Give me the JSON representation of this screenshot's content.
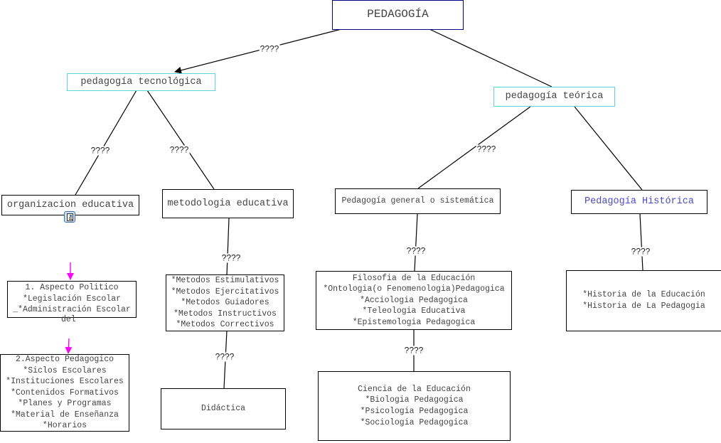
{
  "colors": {
    "root_border": "#000080",
    "level1_border": "#5cd6dc",
    "node_border": "#000000",
    "text": "#444444",
    "historic_text": "#4a4ad0",
    "arrow_magenta": "#ff00ff",
    "link": "#000000"
  },
  "nodes": {
    "root": {
      "label": "PEDAGOGÍA"
    },
    "tecnologica": {
      "label": "pedagogía tecnológica"
    },
    "teorica": {
      "label": "pedagogía teórica"
    },
    "organizacion": {
      "label": "organizacion educativa"
    },
    "metodologia": {
      "label": "metodologia educativa"
    },
    "general": {
      "label": "Pedagogía general o sistemática"
    },
    "historica": {
      "label": "Pedagogía Histórica"
    },
    "aspecto_politico": {
      "label": "1. Aspecto Politico\n*Legislación Escolar\n_*Administración Escolar"
    },
    "aspecto_politico_overflow": "del",
    "aspecto_pedagogico": {
      "label": "2.Aspecto Pedagogico\n*Siclos Escolares\n*Instituciones Escolares\n*Contenidos Formativos\n*Planes y Programas\n*Material de Enseñanza\n*Horarios"
    },
    "metodos": {
      "label": "*Metodos Estimulativos\n*Metodos Ejercitativos\n*Metodos Guiadores\n*Metodos Instructivos\n*Metodos Correctivos"
    },
    "didactica": {
      "label": "Didáctica"
    },
    "filosofia": {
      "label": "Filosofia de la Educación\n*Ontologia(o Fenomenologia)Pedagogica\n*Acciologia Pedagogica\n*Teleologia Educativa\n*Epistemologia Pedagogica"
    },
    "ciencia": {
      "label": "Ciencia de la Educación\n*Biologia Pedagogica\n*Psicologia Pedagogica\n*Sociologia Pedagogica"
    },
    "historia": {
      "label": "*Historia de la Educación\n*Historia de La Pedagogia"
    }
  },
  "link_labels": {
    "root_tecnologica": "????",
    "tecnologica_organizacion": "????",
    "tecnologica_metodologia": "????",
    "teorica_general": "????",
    "metodologia_metodos": "????",
    "general_filosofia": "????",
    "historica_historia": "????",
    "metodos_didactica": "????",
    "filosofia_ciencia": "????"
  },
  "icons": {
    "resource": "attached-resource-icon"
  }
}
